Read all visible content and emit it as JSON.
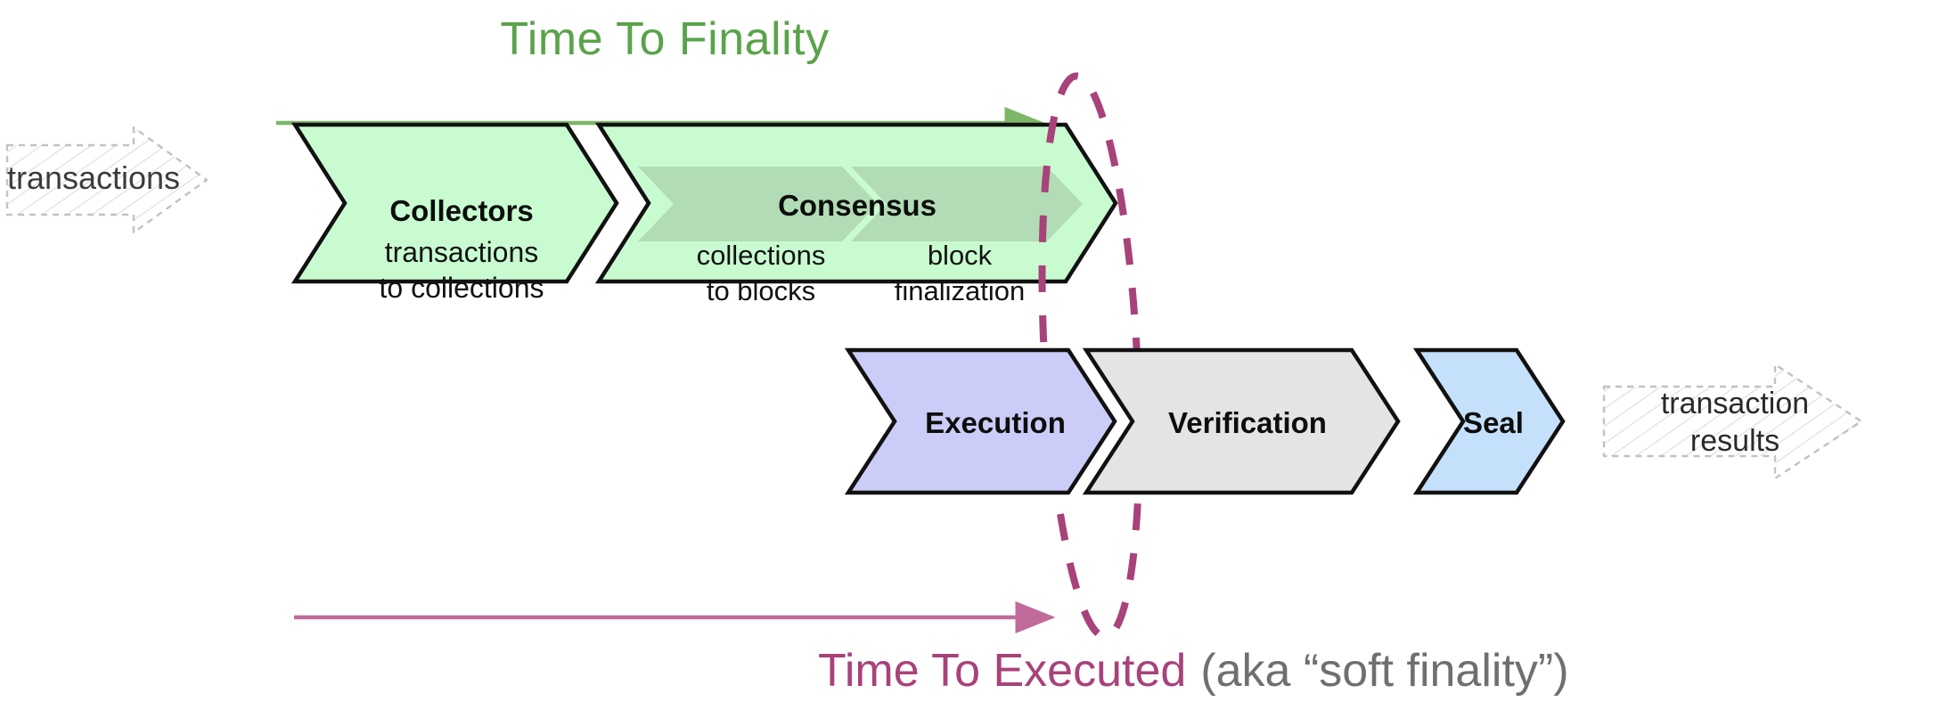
{
  "diagram": {
    "title_top": "Time To Finality",
    "title_bottom_main": "Time To Executed",
    "title_bottom_sub": "(aka “soft finality”)",
    "colors": {
      "green_accent": "#5aa34a",
      "magenta_accent": "#a8427a",
      "gray_text": "#6f6f6f",
      "collectors_fill": "#c8fcd0",
      "consensus_fill": "#c8fcd0",
      "consensus_inner_fill": "#b2dcb5",
      "execution_fill": "#ccccf8",
      "verification_fill": "#e4e4e4",
      "seal_fill": "#c5e0fa",
      "ghost_stroke": "#c9c9c9",
      "outline": "#111111"
    }
  },
  "inputs": {
    "left_ghost_label": "transactions"
  },
  "outputs": {
    "right_ghost_label_line1": "transaction",
    "right_ghost_label_line2": "results"
  },
  "top_row": [
    {
      "id": "collectors",
      "title": "Collectors",
      "sub_line1": "transactions",
      "sub_line2": "to collections"
    },
    {
      "id": "consensus",
      "title": "Consensus",
      "inner": [
        {
          "id": "collections-to-blocks",
          "line1": "collections",
          "line2": "to blocks"
        },
        {
          "id": "block-finalization",
          "line1": "block",
          "line2": "finalization"
        }
      ]
    }
  ],
  "bottom_row": [
    {
      "id": "execution",
      "title": "Execution"
    },
    {
      "id": "verification",
      "title": "Verification"
    },
    {
      "id": "seal",
      "title": "Seal"
    }
  ],
  "annotations": {
    "top_arrow_name": "time-to-finality-arrow",
    "bottom_arrow_name": "time-to-executed-arrow",
    "ellipse_name": "finality-boundary-ellipse"
  }
}
